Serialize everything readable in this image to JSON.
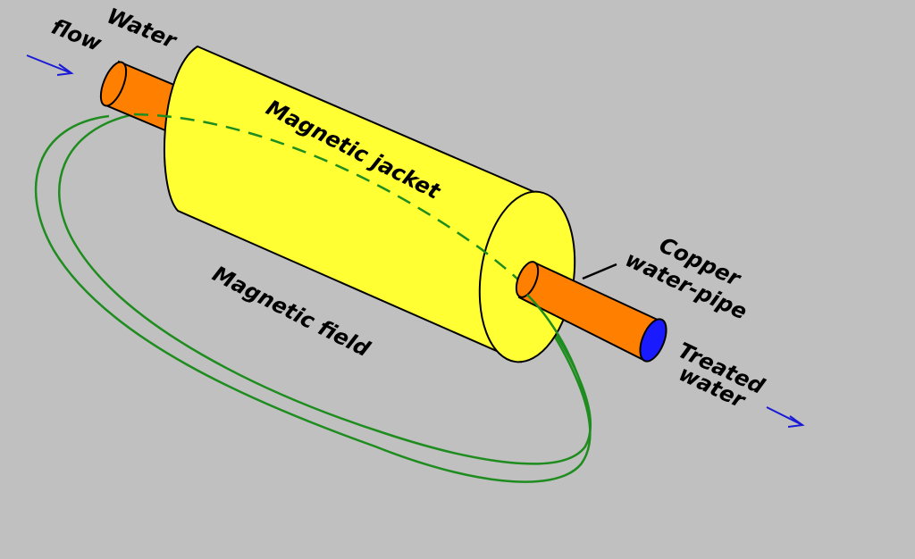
{
  "labels": {
    "water_flow_line1": "Water",
    "water_flow_line2": "flow",
    "jacket": "Magnetic jacket",
    "field": "Magnetic field",
    "pipe_line1": "Copper",
    "pipe_line2": "water-pipe",
    "treated_line1": "Treated",
    "treated_line2": "water"
  },
  "colors": {
    "background": "#c0c0c0",
    "jacket": "#ffff33",
    "pipe": "#ff7f00",
    "pipe_opening": "#1a1aff",
    "field_lines": "#1e8c1e",
    "arrows": "#1a1ad6"
  }
}
